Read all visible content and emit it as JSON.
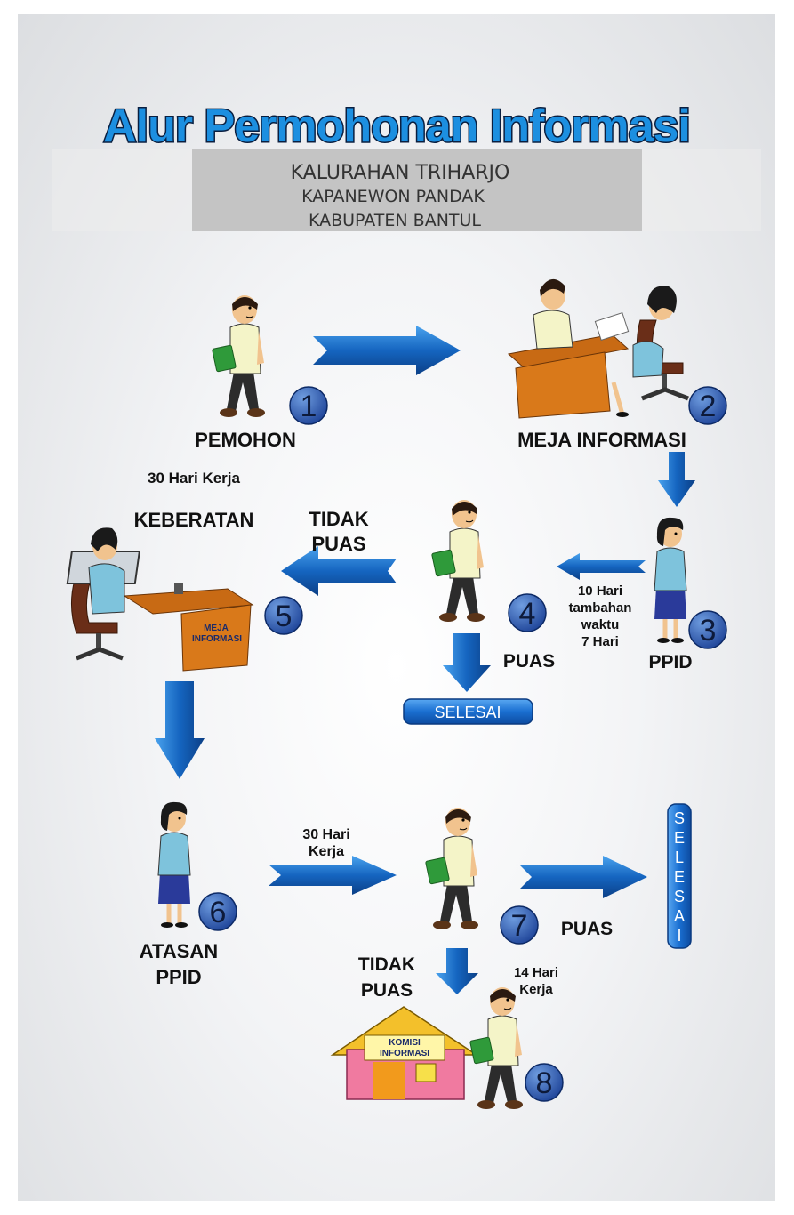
{
  "title": "Alur Permohonan Informasi",
  "subtitle": {
    "line1": "KALURAHAN TRIHARJO",
    "line2": "KAPANEWON PANDAK",
    "line3": "KABUPATEN BANTUL"
  },
  "steps": [
    {
      "number": "1",
      "label": "PEMOHON"
    },
    {
      "number": "2",
      "label": "MEJA INFORMASI"
    },
    {
      "number": "3",
      "label": "PPID"
    },
    {
      "number": "4",
      "label": "PUAS"
    },
    {
      "number": "5",
      "label": "KEBERATAN"
    },
    {
      "number": "6",
      "label_line1": "ATASAN",
      "label_line2": "PPID"
    },
    {
      "number": "7",
      "label": "PUAS"
    },
    {
      "number": "8"
    }
  ],
  "annotations": {
    "hari_30_top": "30 Hari Kerja",
    "tidak_puas_1_line1": "TIDAK",
    "tidak_puas_1_line2": "PUAS",
    "hari_10_line1": "10 Hari",
    "hari_10_line2": "tambahan",
    "hari_10_line3": "waktu",
    "hari_10_line4": "7 Hari",
    "hari_30_mid_line1": "30 Hari",
    "hari_30_mid_line2": "Kerja",
    "tidak_puas_2_line1": "TIDAK",
    "tidak_puas_2_line2": "PUAS",
    "hari_14_line1": "14 Hari",
    "hari_14_line2": "Kerja"
  },
  "signs": {
    "desk_line1": "MEJA",
    "desk_line2": "INFORMASI",
    "komisi_line1": "KOMISI",
    "komisi_line2": "INFORMASI"
  },
  "selesai": {
    "horizontal": "SELESAI",
    "vertical": [
      "S",
      "E",
      "L",
      "E",
      "S",
      "A",
      "I"
    ]
  },
  "colors": {
    "arrow": "#1565c0",
    "badge": "#1e4fa8",
    "title_fill": "#1c8fe0",
    "banner_gray": "#c4c4c4",
    "button_blue": "#1a6fd1"
  }
}
